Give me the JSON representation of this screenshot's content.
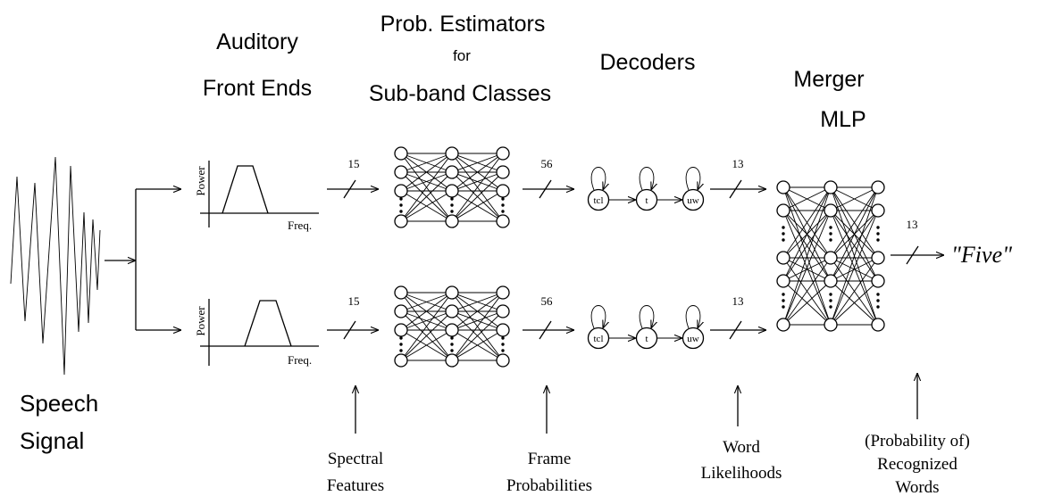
{
  "headers": {
    "front_ends_line1": "Auditory",
    "front_ends_line2": "Front Ends",
    "estimators_line1": "Prob. Estimators",
    "estimators_line2": "for",
    "estimators_line3": "Sub-band Classes",
    "decoders": "Decoders",
    "merger_line1": "Merger",
    "merger_line2": "MLP"
  },
  "signal_label_line1": "Speech",
  "signal_label_line2": "Signal",
  "filter_plot": {
    "ylabel": "Power",
    "xlabel": "Freq."
  },
  "counts": {
    "features": "15",
    "frame_probs": "56",
    "word_likelihoods": "13",
    "output": "13"
  },
  "hmm_states": [
    "tcl",
    "t",
    "uw"
  ],
  "output_word": "\"Five\"",
  "bottom_labels": {
    "spectral_line1": "Spectral",
    "spectral_line2": "Features",
    "frame_line1": "Frame",
    "frame_line2": "Probabilities",
    "word_line1": "Word",
    "word_line2": "Likelihoods",
    "recog_line1": "(Probability of)",
    "recog_line2": "Recognized",
    "recog_line3": "Words"
  }
}
